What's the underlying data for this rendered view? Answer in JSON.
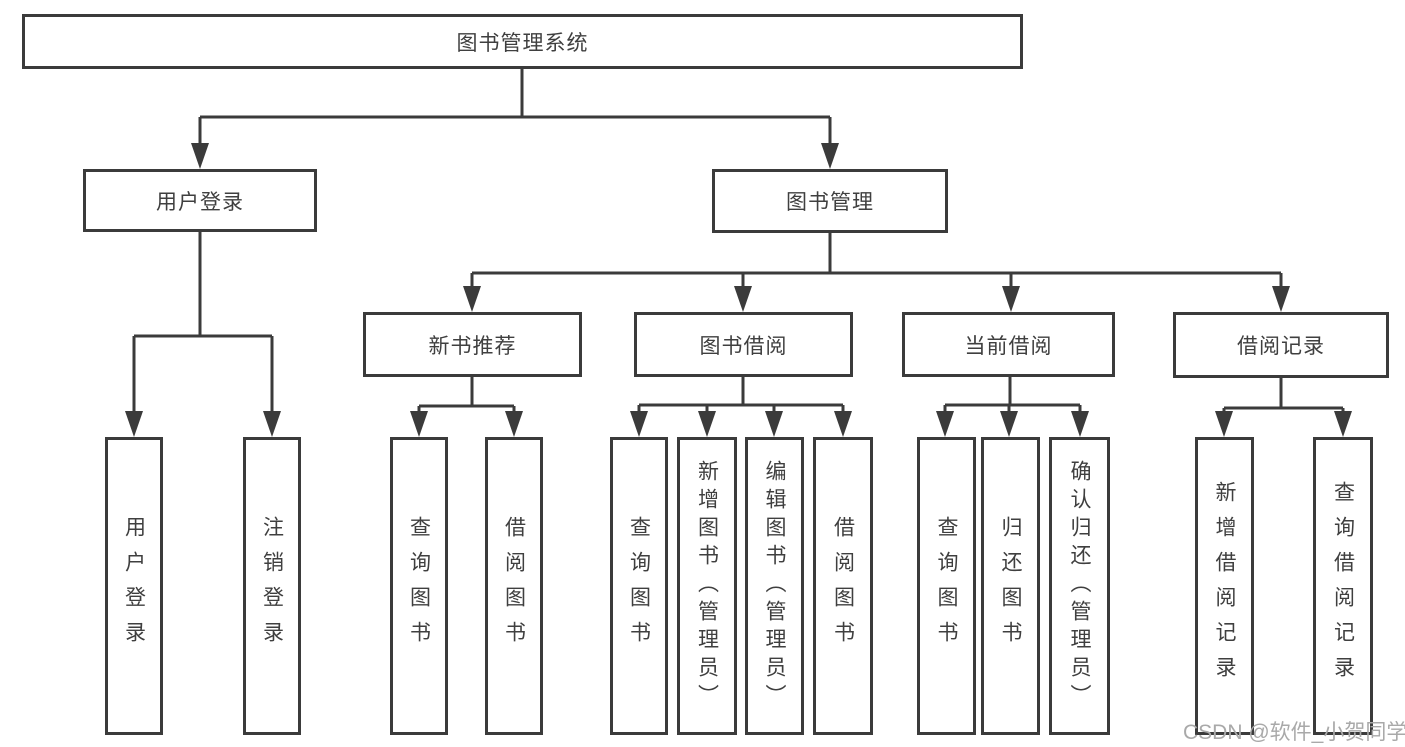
{
  "diagram": {
    "type": "tree",
    "colors": {
      "line": "#3b3b3b",
      "text": "#3f3f3f",
      "watermark": "#a9a9a9",
      "background": "#ffffff"
    },
    "watermark": "CSDN @软件_小贺同学",
    "nodes": {
      "root": {
        "label": "图书管理系统",
        "level": 1
      },
      "user_login": {
        "label": "用户登录",
        "level": 2,
        "parent": "root"
      },
      "book_mgmt": {
        "label": "图书管理",
        "level": 2,
        "parent": "root"
      },
      "new_books": {
        "label": "新书推荐",
        "level": 3,
        "parent": "book_mgmt"
      },
      "book_borrow": {
        "label": "图书借阅",
        "level": 3,
        "parent": "book_mgmt"
      },
      "current_borrow": {
        "label": "当前借阅",
        "level": 3,
        "parent": "book_mgmt"
      },
      "borrow_records": {
        "label": "借阅记录",
        "level": 3,
        "parent": "book_mgmt"
      },
      "user_login_leaf": {
        "label": "用户登录",
        "level": 4,
        "parent": "user_login"
      },
      "logout_leaf": {
        "label": "注销登录",
        "level": 4,
        "parent": "user_login"
      },
      "nb_query_books": {
        "label": "查询图书",
        "level": 4,
        "parent": "new_books"
      },
      "nb_borrow_books": {
        "label": "借阅图书",
        "level": 4,
        "parent": "new_books"
      },
      "bb_query_books": {
        "label": "查询图书",
        "level": 4,
        "parent": "book_borrow"
      },
      "bb_add_books": {
        "label": "新增图书（管理员）",
        "level": 4,
        "parent": "book_borrow"
      },
      "bb_edit_books": {
        "label": "编辑图书（管理员）",
        "level": 4,
        "parent": "book_borrow"
      },
      "bb_borrow_books": {
        "label": "借阅图书",
        "level": 4,
        "parent": "book_borrow"
      },
      "cb_query_books": {
        "label": "查询图书",
        "level": 4,
        "parent": "current_borrow"
      },
      "cb_return_books": {
        "label": "归还图书",
        "level": 4,
        "parent": "current_borrow"
      },
      "cb_confirm_return": {
        "label": "确认归还（管理员）",
        "level": 4,
        "parent": "current_borrow"
      },
      "br_add_record": {
        "label": "新增借阅记录",
        "level": 4,
        "parent": "borrow_records"
      },
      "br_query_record": {
        "label": "查询借阅记录",
        "level": 4,
        "parent": "borrow_records"
      }
    }
  }
}
